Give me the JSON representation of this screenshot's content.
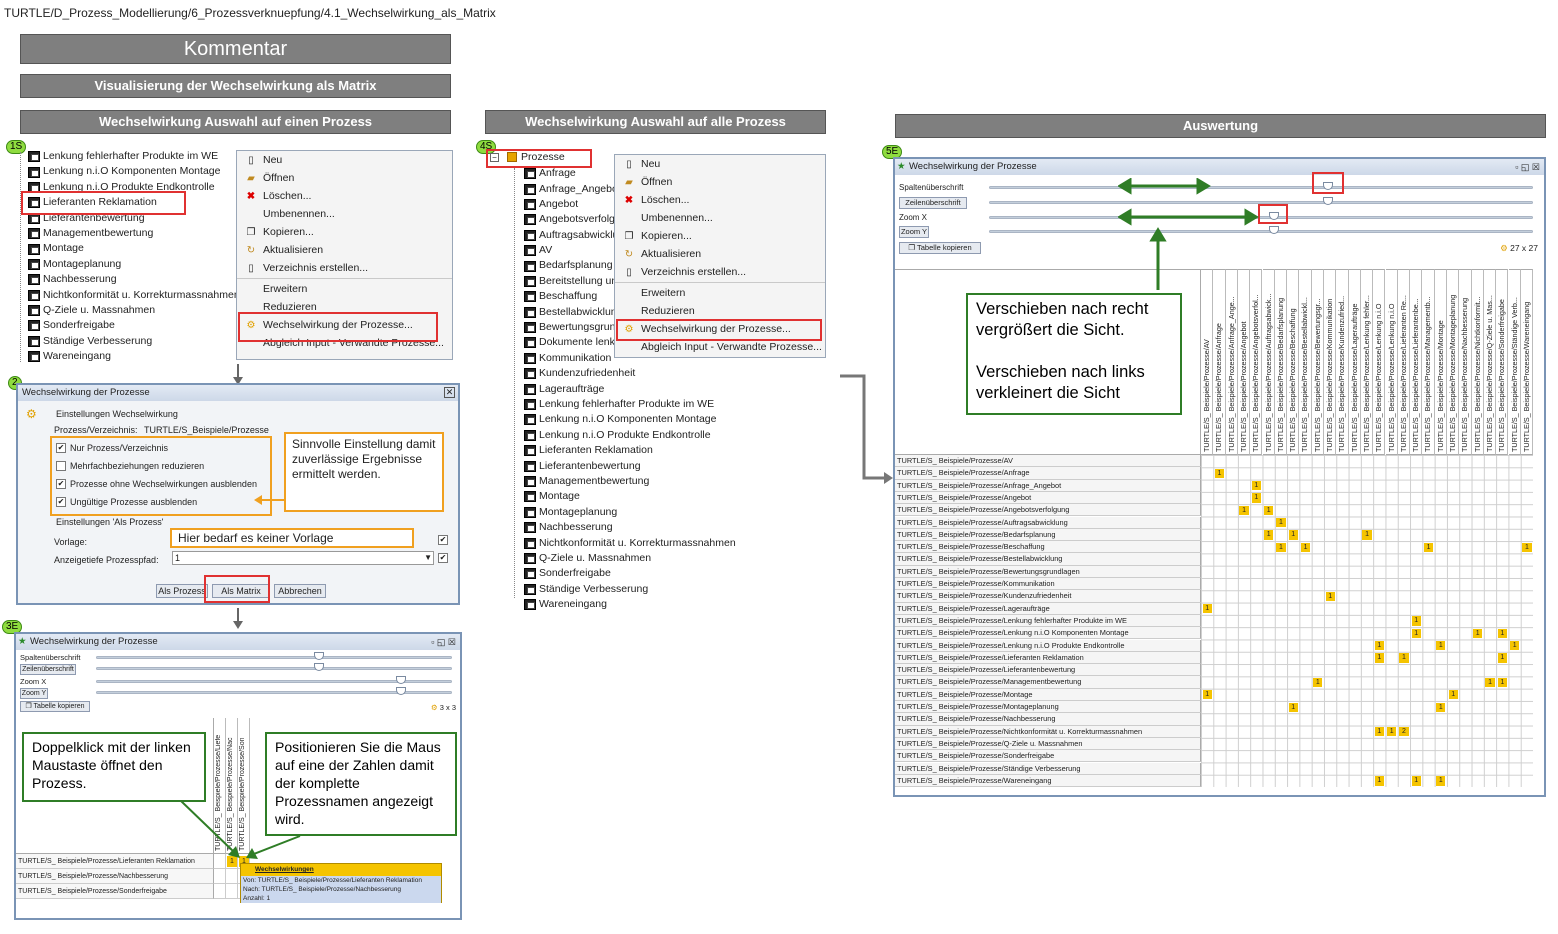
{
  "path": "TURTLE/D_Prozess_Modellierung/6_Prozessverknuepfung/4.1_Wechselwirkung_als_Matrix",
  "headers": {
    "kommentar": "Kommentar",
    "visualisierung": "Visualisierung der Wechselwirkung als Matrix",
    "einen": "Wechselwirkung Auswahl auf einen Prozess",
    "alle": "Wechselwirkung Auswahl  auf alle Prozess",
    "auswertung": "Auswertung"
  },
  "badges": {
    "b1": "1S",
    "b2": "2",
    "b3": "3E",
    "b4": "4S",
    "b5": "5E"
  },
  "tree1": [
    "Lenkung fehlerhafter Produkte im WE",
    "Lenkung n.i.O Komponenten Montage",
    "Lenkung n.i.O Produkte Endkontrolle",
    "Lieferanten Reklamation",
    "Lieferantenbewertung",
    "Managementbewertung",
    "Montage",
    "Montageplanung",
    "Nachbesserung",
    "Nichtkonformität u. Korrekturmassnahmen",
    "Q-Ziele u. Massnahmen",
    "Sonderfreigabe",
    "Ständige Verbesserung",
    "Wareneingang"
  ],
  "menu": {
    "neu": "Neu",
    "oeffnen": "Öffnen",
    "loeschen": "Löschen...",
    "umbenennen": "Umbenennen...",
    "kopieren": "Kopieren...",
    "aktualisieren": "Aktualisieren",
    "verzeichnis": "Verzeichnis erstellen...",
    "erweitern": "Erweitern",
    "reduzieren": "Reduzieren",
    "wechselwirkung": "Wechselwirkung der Prozesse...",
    "abgleich": "Abgleich Input - Verwandte Prozesse..."
  },
  "dialog": {
    "title": "Wechselwirkung der Prozesse",
    "einstellungen": "Einstellungen Wechselwirkung",
    "pv_label": "Prozess/Verzeichnis:",
    "pv_value": "TURTLE/S_Beispiele/Prozesse",
    "cb1": "Nur Prozess/Verzeichnis",
    "cb2": "Mehrfachbeziehungen reduzieren",
    "cb3": "Prozesse ohne Wechselwirkungen ausblenden",
    "cb4": "Ungültige Prozesse ausblenden",
    "als_prozess_group": "Einstellungen 'Als Prozess'",
    "vorlage": "Vorlage:",
    "anzeigetiefe": "Anzeigetiefe Prozesspfad:",
    "tiefe_value": "1",
    "btn_prozess": "Als Prozess",
    "btn_matrix": "Als Matrix",
    "btn_abbrechen": "Abbrechen",
    "callout1": "Sinnvolle Einstellung damit zuverlässige Ergebnisse ermittelt werden.",
    "callout2": "Hier bedarf es keiner Vorlage"
  },
  "tree2_root": "Prozesse",
  "tree2": [
    "Anfrage",
    "Anfrage_Angebot",
    "Angebot",
    "Angebotsverfolgung",
    "Auftragsabwicklung",
    "AV",
    "Bedarfsplanung",
    "Bereitstellung und",
    "Beschaffung",
    "Bestellabwicklung",
    "Bewertungsgrundlagen",
    "Dokumente lenken",
    "Kommunikation",
    "Kundenzufriedenheit",
    "Lageraufträge",
    "Lenkung fehlerhafter Produkte im WE",
    "Lenkung n.i.O Komponenten Montage",
    "Lenkung n.i.O Produkte Endkontrolle",
    "Lieferanten Reklamation",
    "Lieferantenbewertung",
    "Managementbewertung",
    "Montage",
    "Montageplanung",
    "Nachbesserung",
    "Nichtkonformität u. Korrekturmassnahmen",
    "Q-Ziele u. Massnahmen",
    "Sonderfreigabe",
    "Ständige Verbesserung",
    "Wareneingang"
  ],
  "matrixwin": {
    "title": "Wechselwirkung der Prozesse",
    "spalten": "Spaltenüberschrift",
    "zeilen": "Zeilenüberschrift",
    "zoomx": "Zoom X",
    "zoomy": "Zoom Y",
    "kopieren": "Tabelle kopieren",
    "size_small": "3 x 3",
    "size_big": "27 x 27"
  },
  "small_rows": [
    "TURTLE/S_ Beispiele/Prozesse/Lieferanten Reklamation",
    "TURTLE/S_ Beispiele/Prozesse/Nachbesserung",
    "TURTLE/S_ Beispiele/Prozesse/Sonderfreigabe"
  ],
  "small_cols": [
    "TURTLE/S_ Beispiele/Prozesse/Liefe",
    "TURTLE/S_ Beispiele/Prozesse/Nac",
    "TURTLE/S_ Beispiele/Prozesse/Son"
  ],
  "tooltip": {
    "title": "Wechselwirkungen",
    "von": "Von: TURTLE/S_ Beispiele/Prozesse/Lieferanten Reklamation",
    "nach": "Nach: TURTLE/S_ Beispiele/Prozesse/Nachbesserung",
    "anzahl": "Anzahl: 1"
  },
  "callout_doppel": "Doppelklick mit der linken Maustaste öffnet den Prozess.",
  "callout_pos": "Positionieren Sie die Maus auf eine der Zahlen damit der komplette Prozessnamen angezeigt wird.",
  "callout_zoom": "Verschieben nach recht vergrößert die Sicht.\n\nVerschieben nach links verkleinert die Sicht",
  "big_rows": [
    "TURTLE/S_ Beispiele/Prozesse/AV",
    "TURTLE/S_ Beispiele/Prozesse/Anfrage",
    "TURTLE/S_ Beispiele/Prozesse/Anfrage_Angebot",
    "TURTLE/S_ Beispiele/Prozesse/Angebot",
    "TURTLE/S_ Beispiele/Prozesse/Angebotsverfolgung",
    "TURTLE/S_ Beispiele/Prozesse/Auftragsabwicklung",
    "TURTLE/S_ Beispiele/Prozesse/Bedarfsplanung",
    "TURTLE/S_ Beispiele/Prozesse/Beschaffung",
    "TURTLE/S_ Beispiele/Prozesse/Bestellabwicklung",
    "TURTLE/S_ Beispiele/Prozesse/Bewertungsgrundlagen",
    "TURTLE/S_ Beispiele/Prozesse/Kommunikation",
    "TURTLE/S_ Beispiele/Prozesse/Kundenzufriedenheit",
    "TURTLE/S_ Beispiele/Prozesse/Lageraufträge",
    "TURTLE/S_ Beispiele/Prozesse/Lenkung fehlerhafter Produkte im WE",
    "TURTLE/S_ Beispiele/Prozesse/Lenkung n.i.O Komponenten Montage",
    "TURTLE/S_ Beispiele/Prozesse/Lenkung n.i.O Produkte Endkontrolle",
    "TURTLE/S_ Beispiele/Prozesse/Lieferanten Reklamation",
    "TURTLE/S_ Beispiele/Prozesse/Lieferantenbewertung",
    "TURTLE/S_ Beispiele/Prozesse/Managementbewertung",
    "TURTLE/S_ Beispiele/Prozesse/Montage",
    "TURTLE/S_ Beispiele/Prozesse/Montageplanung",
    "TURTLE/S_ Beispiele/Prozesse/Nachbesserung",
    "TURTLE/S_ Beispiele/Prozesse/Nichtkonformität u. Korrekturmassnahmen",
    "TURTLE/S_ Beispiele/Prozesse/Q-Ziele u. Massnahmen",
    "TURTLE/S_ Beispiele/Prozesse/Sonderfreigabe",
    "TURTLE/S_ Beispiele/Prozesse/Ständige Verbesserung",
    "TURTLE/S_ Beispiele/Prozesse/Wareneingang"
  ],
  "big_cols": [
    "TURTLE/S_ Beispiele/Prozesse/AV",
    "TURTLE/S_ Beispiele/Prozesse/Anfrage",
    "TURTLE/S_ Beispiele/Prozesse/Anfrage_Ange...",
    "TURTLE/S_ Beispiele/Prozesse/Angebot",
    "TURTLE/S_ Beispiele/Prozesse/Angebotsverfol...",
    "TURTLE/S_ Beispiele/Prozesse/Auftragsabwick...",
    "TURTLE/S_ Beispiele/Prozesse/Bedarfsplanung",
    "TURTLE/S_ Beispiele/Prozesse/Beschaffung",
    "TURTLE/S_ Beispiele/Prozesse/Bestellabwickl...",
    "TURTLE/S_ Beispiele/Prozesse/Bewertungsgr...",
    "TURTLE/S_ Beispiele/Prozesse/Kommunikation",
    "TURTLE/S_ Beispiele/Prozesse/Kundenzufried...",
    "TURTLE/S_ Beispiele/Prozesse/Lageraufträge",
    "TURTLE/S_ Beispiele/Prozesse/Lenkung fehler...",
    "TURTLE/S_ Beispiele/Prozesse/Lenkung n.i.O",
    "TURTLE/S_ Beispiele/Prozesse/Lenkung n.i.O",
    "TURTLE/S_ Beispiele/Prozesse/Lieferanten Re...",
    "TURTLE/S_ Beispiele/Prozesse/Lieferantenbe...",
    "TURTLE/S_ Beispiele/Prozesse/Managementb...",
    "TURTLE/S_ Beispiele/Prozesse/Montage",
    "TURTLE/S_ Beispiele/Prozesse/Montageplanung",
    "TURTLE/S_ Beispiele/Prozesse/Nachbesserung",
    "TURTLE/S_ Beispiele/Prozesse/Nichtkonformit...",
    "TURTLE/S_ Beispiele/Prozesse/Q-Ziele u. Mas...",
    "TURTLE/S_ Beispiele/Prozesse/Sonderfreigabe",
    "TURTLE/S_ Beispiele/Prozesse/Ständige Verb...",
    "TURTLE/S_ Beispiele/Prozesse/Wareneingang"
  ],
  "big_cells": [
    [
      1,
      1,
      "1"
    ],
    [
      2,
      4,
      "1"
    ],
    [
      3,
      4,
      "1"
    ],
    [
      4,
      3,
      "1"
    ],
    [
      4,
      5,
      "1"
    ],
    [
      5,
      6,
      "1"
    ],
    [
      6,
      5,
      "1"
    ],
    [
      6,
      7,
      "1"
    ],
    [
      6,
      13,
      "1"
    ],
    [
      7,
      6,
      "1"
    ],
    [
      7,
      8,
      "1"
    ],
    [
      7,
      18,
      "1"
    ],
    [
      7,
      26,
      "1"
    ],
    [
      11,
      10,
      "1"
    ],
    [
      12,
      0,
      "1"
    ],
    [
      13,
      17,
      "1"
    ],
    [
      14,
      17,
      "1"
    ],
    [
      14,
      22,
      "1"
    ],
    [
      14,
      24,
      "1"
    ],
    [
      15,
      14,
      "1"
    ],
    [
      15,
      19,
      "1"
    ],
    [
      15,
      25,
      "1"
    ],
    [
      16,
      14,
      "1"
    ],
    [
      16,
      16,
      "1"
    ],
    [
      16,
      24,
      "1"
    ],
    [
      18,
      9,
      "1"
    ],
    [
      18,
      23,
      "1"
    ],
    [
      18,
      24,
      "1"
    ],
    [
      19,
      0,
      "1"
    ],
    [
      19,
      20,
      "1"
    ],
    [
      20,
      7,
      "1"
    ],
    [
      20,
      19,
      "1"
    ],
    [
      22,
      14,
      "1"
    ],
    [
      22,
      15,
      "1"
    ],
    [
      22,
      16,
      "2"
    ],
    [
      26,
      14,
      "1"
    ],
    [
      26,
      17,
      "1"
    ],
    [
      26,
      19,
      "1"
    ]
  ]
}
